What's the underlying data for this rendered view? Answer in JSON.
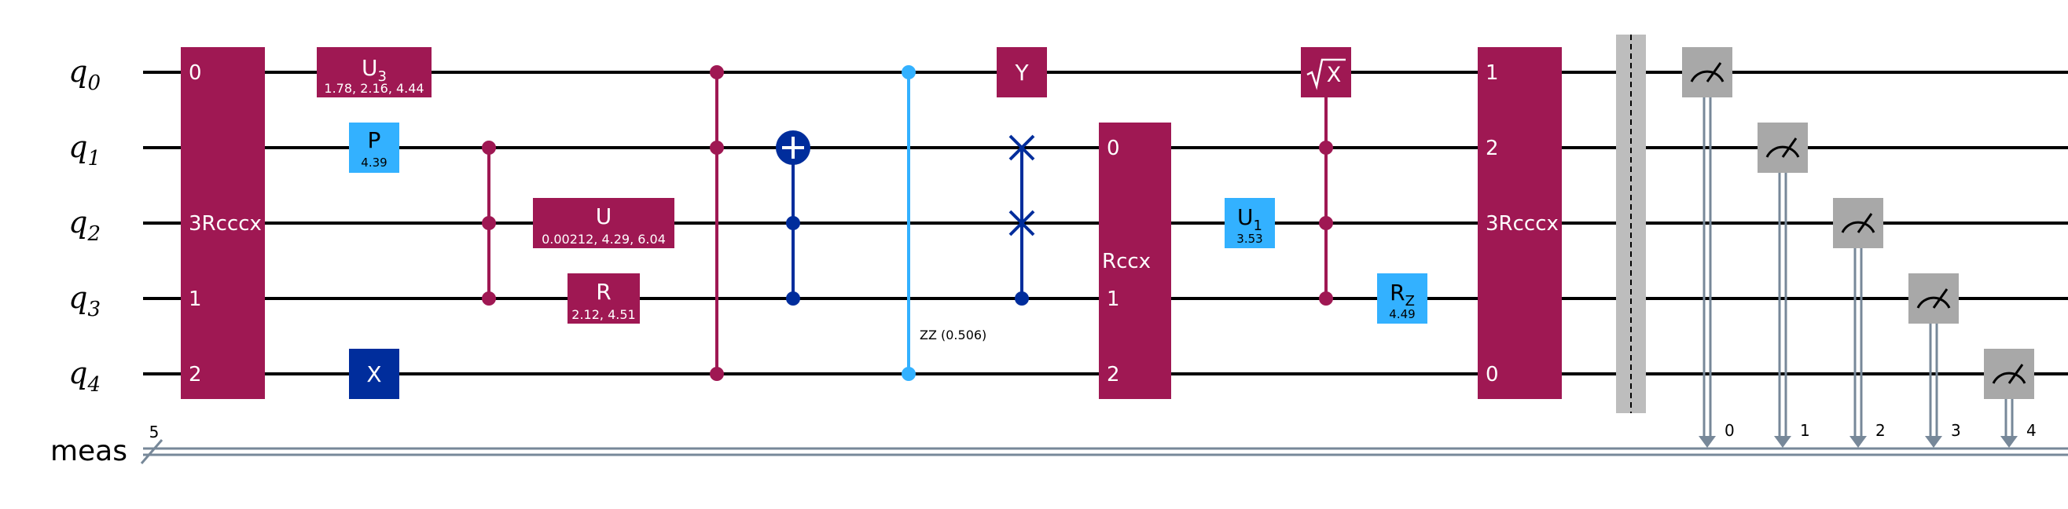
{
  "wires": {
    "qubits": [
      {
        "base": "q",
        "index": "0"
      },
      {
        "base": "q",
        "index": "1"
      },
      {
        "base": "q",
        "index": "2"
      },
      {
        "base": "q",
        "index": "3"
      },
      {
        "base": "q",
        "index": "4"
      }
    ],
    "classical": {
      "label": "meas",
      "width": "5"
    }
  },
  "colors": {
    "magenta": "#9F1853",
    "light_blue": "#33B1FF",
    "dark_blue": "#002D9C",
    "gray": "#A8A8A8",
    "wire": "#000000",
    "classical": "#778899"
  },
  "gates": {
    "rcccx1": {
      "name": "3Rcccx",
      "ports": [
        "0",
        "1",
        "2"
      ]
    },
    "u3": {
      "name": "U",
      "sub": "3",
      "params": "1.78, 2.16, 4.44"
    },
    "p": {
      "name": "P",
      "params": "4.39"
    },
    "x": {
      "name": "X"
    },
    "u": {
      "name": "U",
      "params": "0.00212, 4.29, 6.04"
    },
    "r": {
      "name": "R",
      "params": "2.12, 4.51"
    },
    "zz": {
      "label": "ZZ (0.506)"
    },
    "y": {
      "name": "Y"
    },
    "rccx": {
      "name": "Rccx",
      "ports": [
        "0",
        "1",
        "2"
      ]
    },
    "u1": {
      "name": "U",
      "sub": "1",
      "params": "3.53"
    },
    "sx": {
      "name": "X"
    },
    "rz": {
      "name": "R",
      "sub": "Z",
      "params": "4.49"
    },
    "rcccx2": {
      "name": "3Rcccx",
      "ports": [
        "1",
        "2",
        "0"
      ]
    }
  },
  "measure_targets": [
    "0",
    "1",
    "2",
    "3",
    "4"
  ]
}
